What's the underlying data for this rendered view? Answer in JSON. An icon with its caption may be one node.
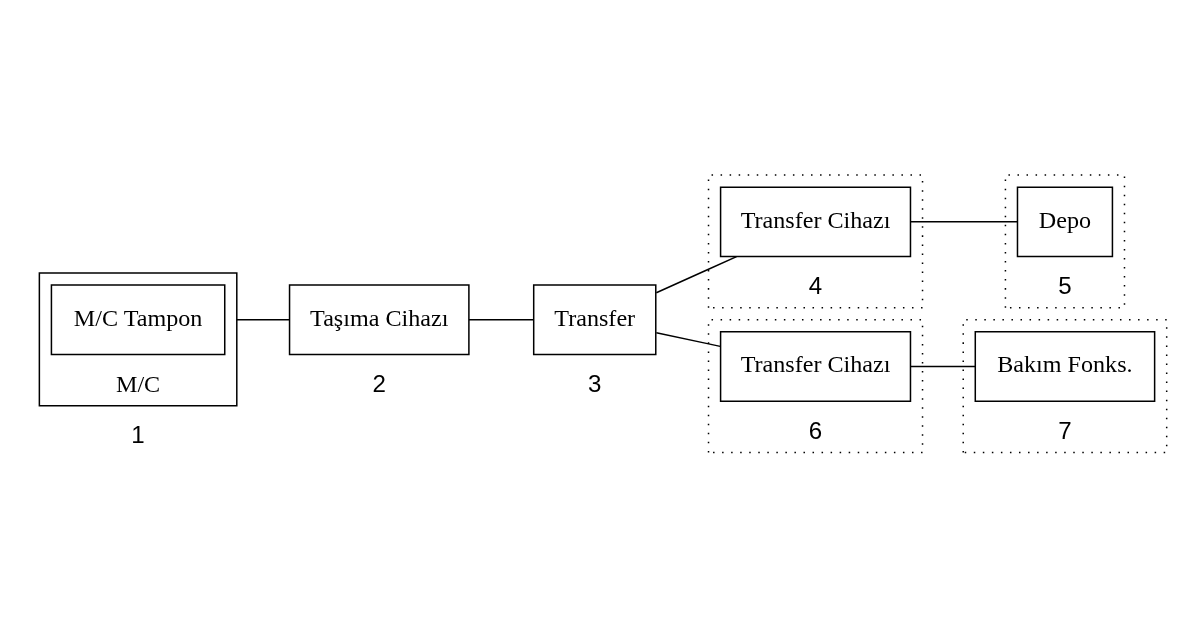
{
  "diagram": {
    "nodes": [
      {
        "text": [
          "M/C"
        ],
        "beside": [
          "1"
        ]
      },
      {
        "text": [
          "M/C Tampon"
        ],
        "in": 0
      },
      {
        "text": [
          "Taşıma Cihazı"
        ],
        "beside": [
          "2"
        ]
      },
      {
        "text": [
          "Transfer"
        ],
        "beside": [
          "3"
        ]
      },
      {
        "text": [
          "4"
        ]
      },
      {
        "text": [
          "Transfer Cihazı"
        ],
        "in": 4
      },
      {
        "text": [
          "5"
        ]
      },
      {
        "text": [
          "Depo"
        ],
        "in": 6
      },
      {
        "text": [
          "6"
        ]
      },
      {
        "text": [
          "Transfer Cihazı"
        ],
        "in": 8
      },
      {
        "text": [
          "7"
        ]
      },
      {
        "text": [
          "Bakım Fonks."
        ],
        "in": 10
      }
    ],
    "edges": [
      {
        "from": 0,
        "to": 2,
        "arrow": "none"
      },
      {
        "from": 2,
        "to": 3,
        "arrow": "none"
      },
      {
        "from": 3,
        "to": 5,
        "arrow": "none"
      },
      {
        "from": 3,
        "to": 9,
        "arrow": "none"
      },
      {
        "from": 5,
        "to": 7,
        "arrow": "none"
      },
      {
        "from": 9,
        "to": 11,
        "arrow": "none"
      }
    ]
  }
}
